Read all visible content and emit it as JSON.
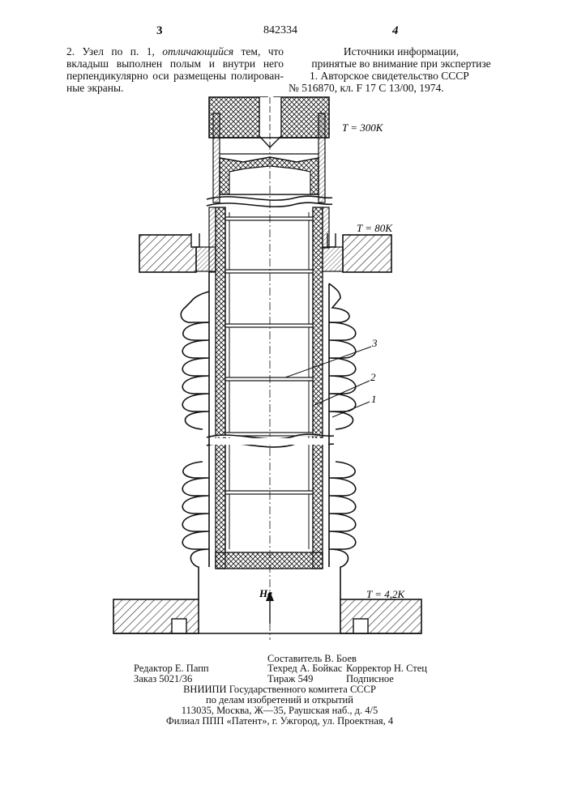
{
  "header": {
    "left_page": "3",
    "patent_number": "842334",
    "right_page": "4"
  },
  "left_column": {
    "claim_prefix": "2. Узел по п. 1, ",
    "claim_italic": "отличающийся",
    "claim_after": " тем, что",
    "line2": "вкладыш выполнен полым и внутри него",
    "line3": "перпендикулярно оси размещены полирован-",
    "line4": "ные экраны."
  },
  "right_column": {
    "sources_title": "Источники информации,",
    "sources_subtitle": "принятые во внимание при экспертизе",
    "ref_line1": "1. Авторское свидетельство СССР",
    "ref_line2": "№ 516870, кл. F 17 C 13/00, 1974."
  },
  "figure": {
    "temp_top": "T = 300K",
    "temp_mid": "T = 80K",
    "temp_bottom": "T = 4,2K",
    "label_3": "3",
    "label_2": "2",
    "label_1": "1",
    "gas_label": "He"
  },
  "colophon": {
    "compiler": "Составитель В. Боев",
    "editor": "Редактор Е. Папп",
    "techred": "Техред А. Бойкас",
    "corrector": "Корректор Н. Стец",
    "order": "Заказ 5021/36",
    "print_run": "Тираж 549",
    "subscription": "Подписное",
    "org_line1": "ВНИИПИ Государственного комитета СССР",
    "org_line2": "по делам изобретений и открытий",
    "org_line3": "113035, Москва, Ж—35, Раушская наб., д. 4/5",
    "org_line4": "Филиал ППП «Патент», г. Ужгород, ул. Проектная, 4"
  }
}
